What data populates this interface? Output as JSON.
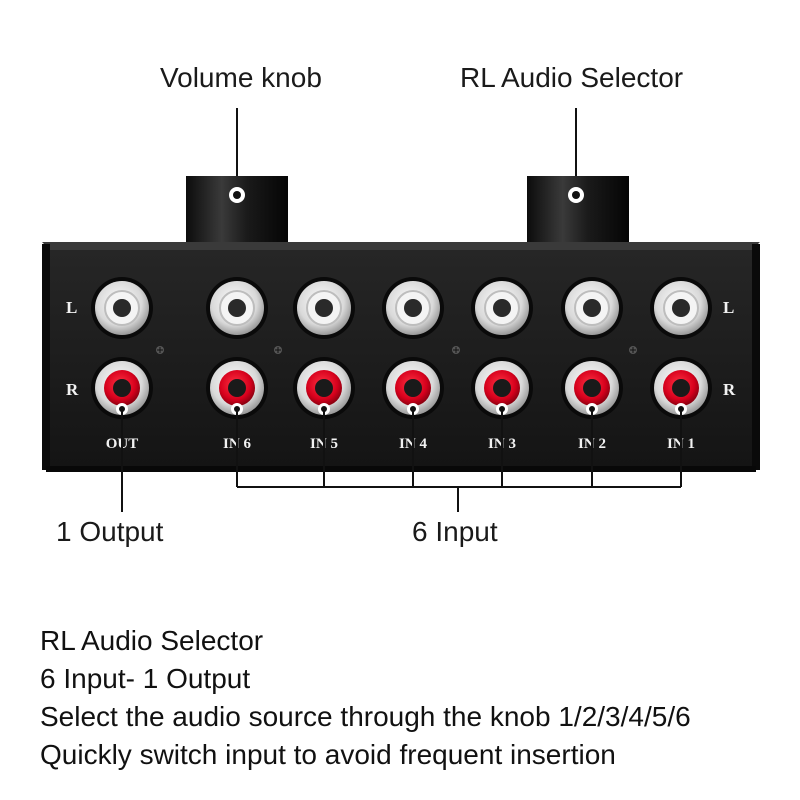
{
  "callouts": {
    "volume_knob": "Volume knob",
    "rl_selector": "RL Audio Selector",
    "output": "1 Output",
    "input": "6 Input"
  },
  "panel": {
    "left_channel": "L",
    "right_channel": "R",
    "jacks": [
      "OUT",
      "IN 6",
      "IN 5",
      "IN 4",
      "IN 3",
      "IN 2",
      "IN 1"
    ]
  },
  "description": [
    "RL Audio Selector",
    "6 Input- 1 Output",
    "Select the audio source through the knob 1/2/3/4/5/6",
    "Quickly switch input to avoid frequent insertion"
  ],
  "colors": {
    "panel": "#1c1c1c",
    "jack_left": "#e8e8e8",
    "jack_right": "#d6001c"
  }
}
